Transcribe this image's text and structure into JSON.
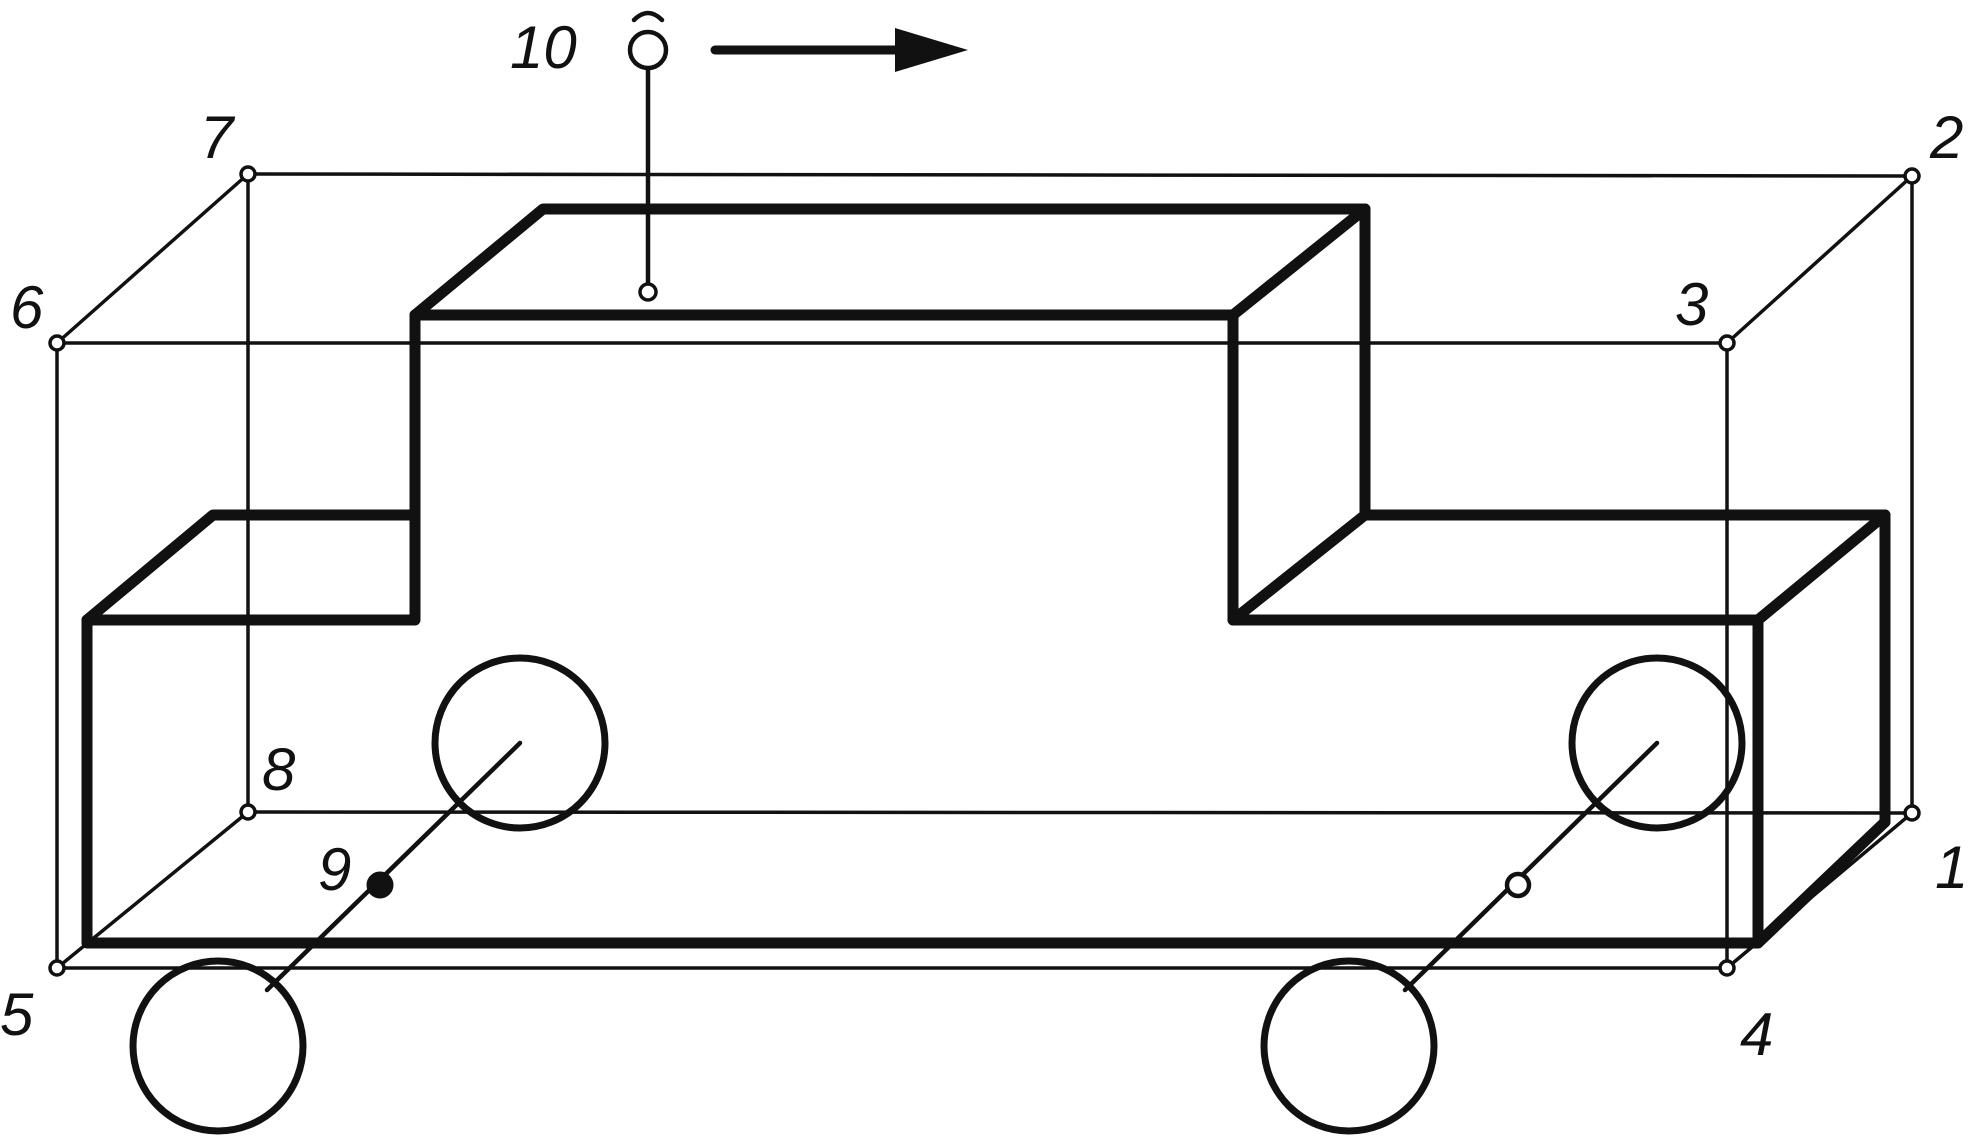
{
  "labels": {
    "p1": "1",
    "p2": "2",
    "p3": "3",
    "p4": "4",
    "p5": "5",
    "p6": "6",
    "p7": "7",
    "p8": "8",
    "p9": "9",
    "p10": "10"
  },
  "colors": {
    "stroke": "#111111",
    "background": "#ffffff"
  },
  "icons": {
    "direction": "arrow-right-icon",
    "sensor": "sensor-icon"
  }
}
